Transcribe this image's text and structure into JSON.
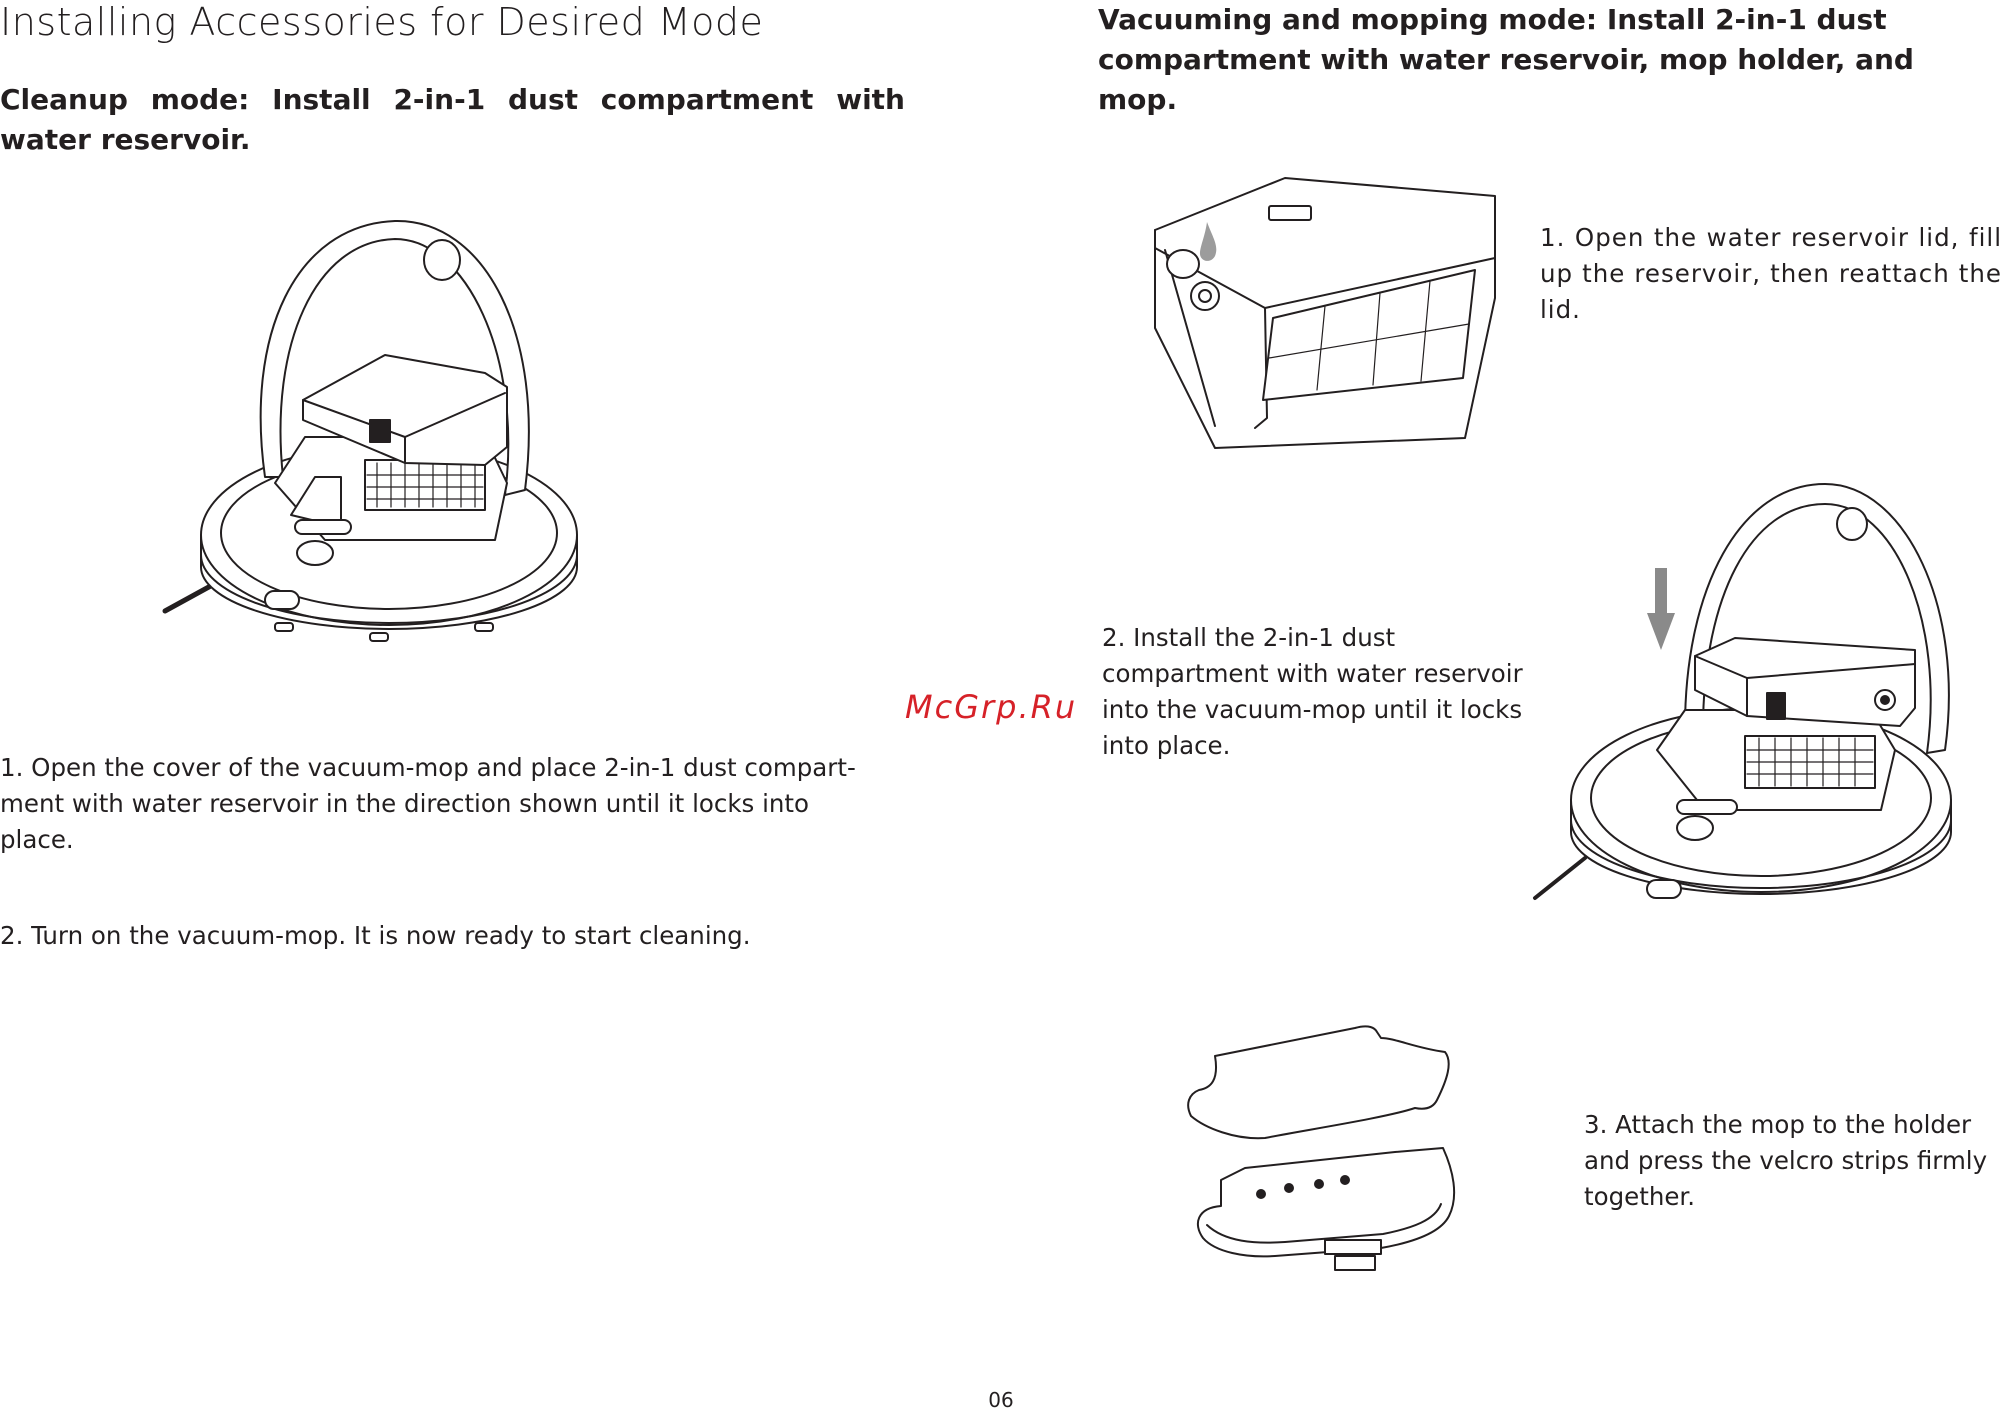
{
  "page_title": "Installing Accessories for Desired Mode",
  "left": {
    "heading": "Cleanup mode: Install 2-in-1 dust compartment with water reservoir.",
    "step1": "1. Open the cover of the vacuum-mop and place 2-in-1 dust compart-ment with water reservoir in the direction shown until it locks into place.",
    "step2": "2. Turn on the vacuum-mop. It is now ready to start cleaning."
  },
  "right": {
    "heading": "Vacuuming and mopping mode: Install 2-in-1 dust compartment with water reservoir, mop holder, and mop.",
    "step1": "1. Open the water reservoir lid, fill up the reservoir, then reattach the lid.",
    "step2": "2. Install the 2-in-1 dust compartment with water reservoir into the vacuum-mop until it locks into place.",
    "step3": "3. Attach the mop to the holder and press the velcro strips firmly together."
  },
  "watermark": "McGrp.Ru",
  "page_number": "06",
  "illustrations": [
    {
      "name": "vacuum-mop-with-dust-compartment",
      "icon": "robot-vacuum-open-lid"
    },
    {
      "name": "dust-compartment-water-reservoir",
      "icon": "water-drop-fill"
    },
    {
      "name": "vacuum-mop-install-compartment",
      "icon": "down-arrow"
    },
    {
      "name": "mop-and-mop-holder",
      "icon": "mop-pad"
    }
  ]
}
